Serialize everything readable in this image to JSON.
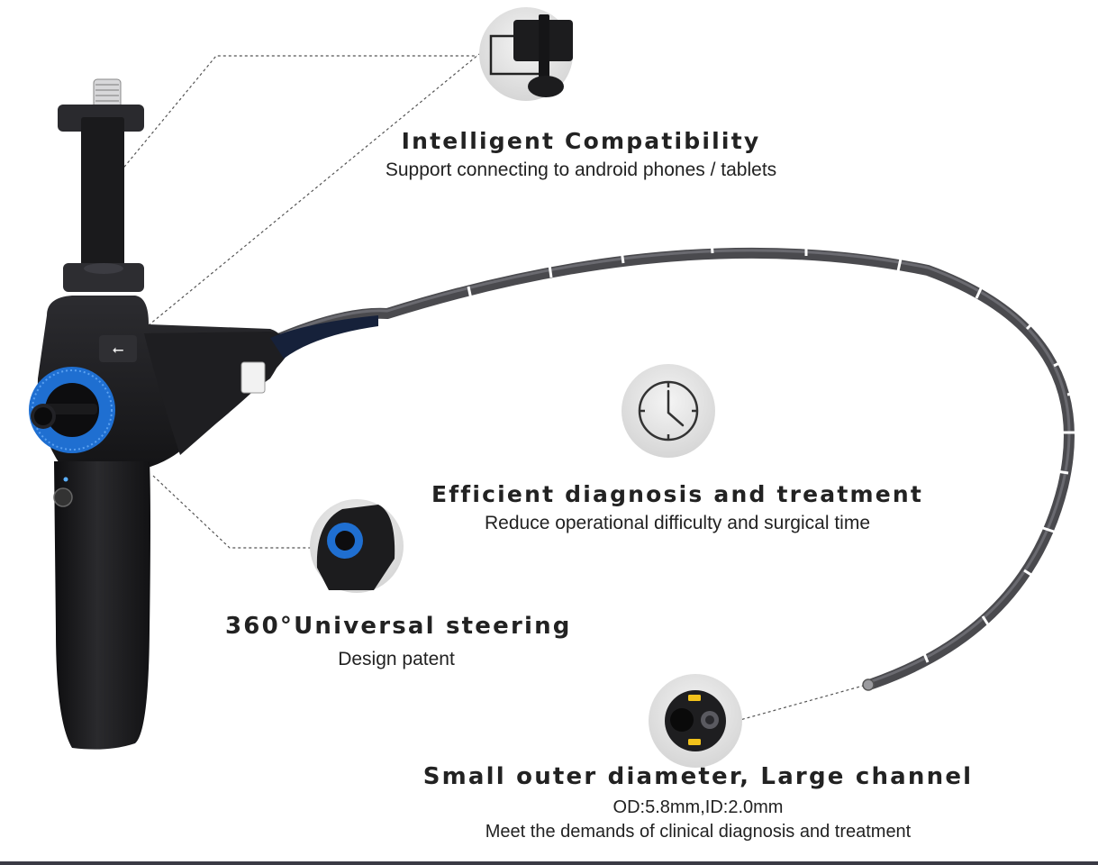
{
  "features": [
    {
      "title": "Intelligent Compatibility",
      "subtitle": "Support connecting to android phones / tablets",
      "icon": "phone-mount-icon"
    },
    {
      "title": "Efficient diagnosis and treatment",
      "subtitle": "Reduce operational difficulty and surgical time",
      "icon": "clock-icon"
    },
    {
      "title": "360°Universal steering",
      "subtitle": "Design patent",
      "icon": "steering-wheel-icon"
    },
    {
      "title": "Small outer diameter, Large channel",
      "subtitle": "OD:5.8mm,ID:2.0mm",
      "subtitle2": "Meet the demands of clinical diagnosis and treatment",
      "icon": "scope-tip-icon"
    }
  ],
  "colors": {
    "accent_blue": "#1f6fd1",
    "device_black": "#1c1c1e",
    "cable_gray": "#4a4a4e",
    "text": "#222222"
  }
}
